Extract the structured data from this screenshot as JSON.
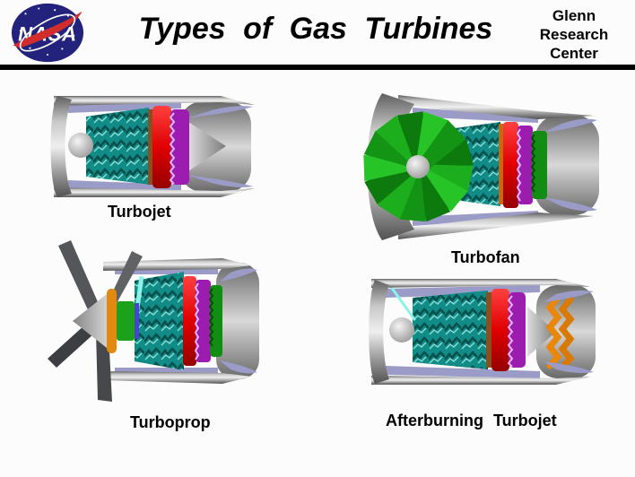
{
  "header": {
    "title": "Types of Gas Turbines",
    "logo": {
      "agency": "NASA"
    },
    "org": {
      "line1": "Glenn",
      "line2": "Research",
      "line3": "Center"
    }
  },
  "engines": {
    "turbojet": {
      "label": "Turbojet"
    },
    "turbofan": {
      "label": "Turbofan"
    },
    "turboprop": {
      "label": "Turboprop"
    },
    "afterburning_turbojet": {
      "label": "Afterburning Turbojet"
    }
  },
  "colors": {
    "background": "#fcfcfc",
    "header_rule": "#000000",
    "text": "#000000",
    "nasa_blue": "#23237d",
    "nasa_red": "#d22d2d",
    "nacelle_gray": "#9a9a9a",
    "inner_lining_lavender": "#9b9bc8",
    "compressor_teal": "#128c86",
    "combustor_red": "#dd0a0a",
    "turbine_purple": "#9c1cb0",
    "fan_green": "#17a017",
    "afterburner_orange": "#e8870a",
    "propeller_gray": "#47474b"
  }
}
